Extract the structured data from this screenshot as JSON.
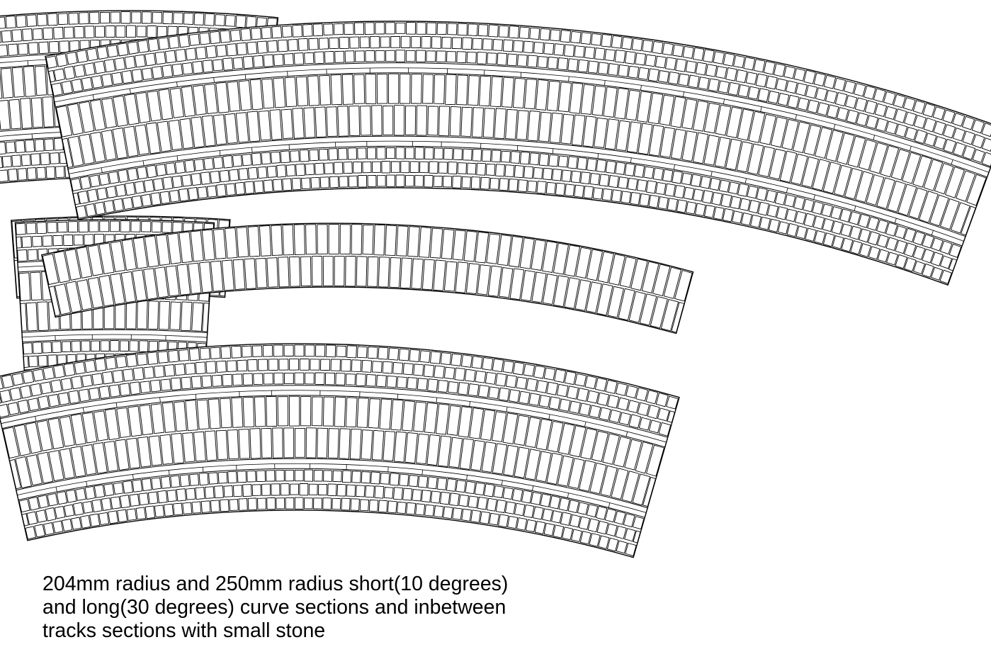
{
  "caption": {
    "line1": "204mm radius and 250mm radius short(10 degrees)",
    "line2": "and long(30 degrees) curve sections and inbetween",
    "line3": "tracks sections with small stone"
  },
  "colors": {
    "stroke": "#000000",
    "stone_fill": "#ffffff",
    "background": "#ffffff"
  },
  "sections": [
    {
      "id": "short-full-curve-section",
      "angle_deg": 10,
      "bands": [
        "outer-cobbles",
        "rail",
        "inner-sets",
        "rail",
        "outer-cobbles"
      ]
    },
    {
      "id": "short-inbetween-section",
      "angle_deg": 10,
      "bands": [
        "inner-sets"
      ]
    },
    {
      "id": "short-full-curve-section-2",
      "angle_deg": 10,
      "bands": [
        "outer-cobbles",
        "rail",
        "inner-sets",
        "rail",
        "outer-cobbles"
      ]
    },
    {
      "id": "long-full-curve-section",
      "angle_deg": 30,
      "bands": [
        "outer-cobbles",
        "rail",
        "inner-sets",
        "rail",
        "outer-cobbles"
      ]
    },
    {
      "id": "long-inbetween-section",
      "angle_deg": 30,
      "bands": [
        "inner-sets"
      ]
    },
    {
      "id": "long-full-curve-section-2",
      "angle_deg": 30,
      "bands": [
        "outer-cobbles",
        "rail",
        "inner-sets",
        "rail",
        "outer-cobbles"
      ]
    }
  ]
}
